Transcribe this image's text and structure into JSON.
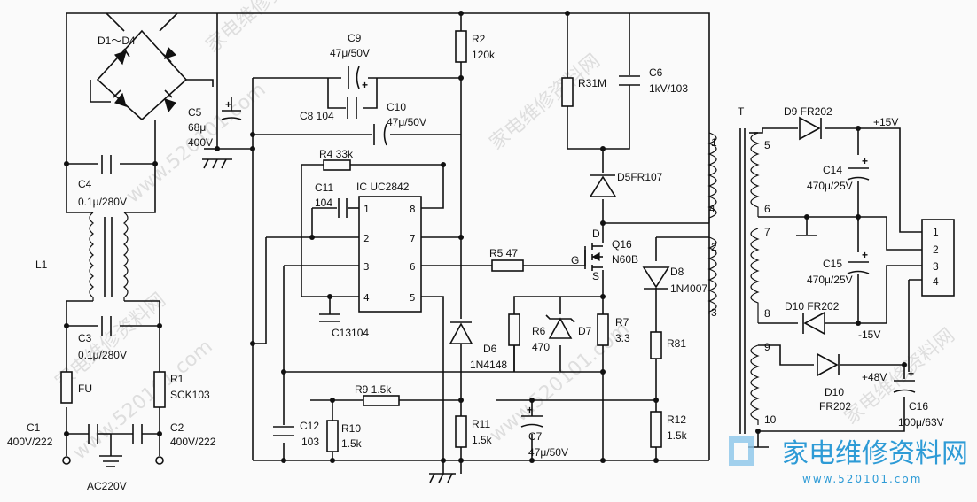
{
  "components": {
    "bridge": "D1～D4",
    "c9": "C9",
    "c9_val": "47μ/50V",
    "c8": "C8 104",
    "c10": "C10",
    "c10_val": "47μ/50V",
    "c5": "C5",
    "c5_val": "68μ",
    "c5_volt": "400V",
    "r2": "R2",
    "r2_val": "120k",
    "r3": "R31M",
    "c6": "C6",
    "c6_val": "1kV/103",
    "d5": "D5FR107",
    "r4": "R4 33k",
    "c11": "C11",
    "c11_val": "104",
    "ic": "IC UC2842",
    "c13": "C13104",
    "r5": "R5  47",
    "q16": "Q16",
    "q16_val": "N60B",
    "gate": "G",
    "drain": "D",
    "source": "S",
    "d6": "D6",
    "d6_val": "1N4148",
    "r6": "R6",
    "r6_val": "470",
    "d7": "D7",
    "r7": "R7",
    "r7_val": "3.3",
    "d8": "D8",
    "d8_val": "1N4007",
    "r81": "R81",
    "r9": "R9  1.5k",
    "r10": "R10",
    "r10_val": "1.5k",
    "c12": "C12",
    "c12_val": "103",
    "r11": "R11",
    "r11_val": "1.5k",
    "c7": "C7",
    "c7_val": "47μ/50V",
    "r12": "R12",
    "r12_val": "1.5k",
    "c4": "C4",
    "c4_val": "0.1μ/280V",
    "l1": "L1",
    "c3": "C3",
    "c3_val": "0.1μ/280V",
    "fu": "FU",
    "r1": "R1",
    "r1_val": "SCK103",
    "c1": "C1",
    "c1_val": "400V/222",
    "c2": "C2",
    "c2_val": "400V/222",
    "ac": "AC220V",
    "t": "T",
    "d9": "D9  FR202",
    "c14": "C14",
    "c14_val": "470μ/25V",
    "c15": "C15",
    "c15_val": "470μ/25V",
    "d10a": "D10  FR202",
    "d10b": "D10",
    "d10b_val": "FR202",
    "c16": "C16",
    "c16_val": "100μ/63V"
  },
  "rails": {
    "p15": "+15V",
    "m15": "-15V",
    "p48": "+48V"
  },
  "ic_pins": [
    "1",
    "2",
    "3",
    "4",
    "8",
    "7",
    "6",
    "5"
  ],
  "transformer_pins": [
    "1",
    "4",
    "2",
    "3",
    "5",
    "6",
    "7",
    "8",
    "9",
    "10"
  ],
  "connector_pins": [
    "1",
    "2",
    "3",
    "4"
  ],
  "watermark": "www.520101.com",
  "watermark_cn": "家电维修资料网",
  "logo": {
    "text": "家电维修资料网",
    "url": "www.520101.com"
  }
}
